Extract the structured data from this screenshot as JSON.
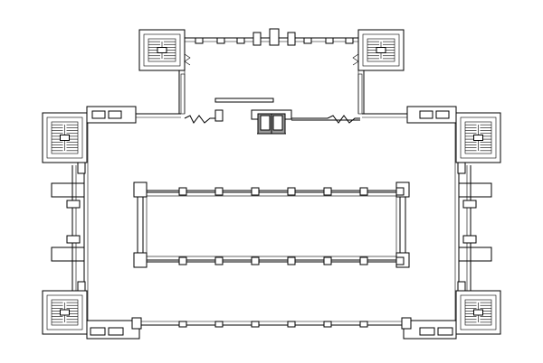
{
  "drawing": {
    "type": "architectural-floor-plan",
    "line_color": "#000000",
    "background_color": "#ffffff",
    "accent_fill": "#9a9a9a"
  },
  "elements": {
    "stair_towers": 6,
    "entrance_doors": 1,
    "courtyard_piers_per_side": 7,
    "side_wings": 2
  }
}
